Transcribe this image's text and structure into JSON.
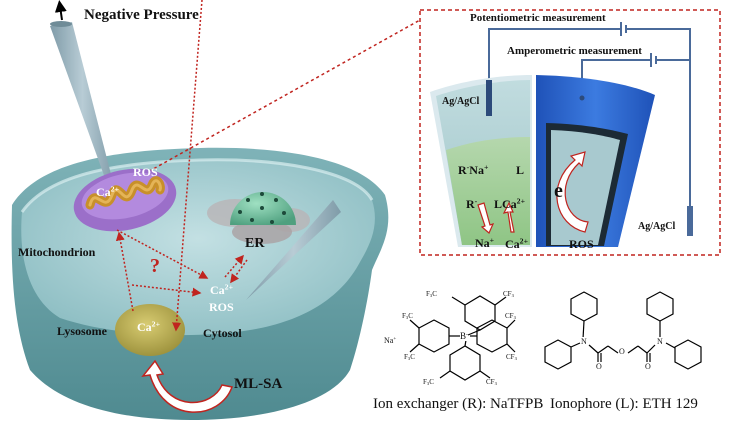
{
  "cell_panel": {
    "top_label": "Negative Pressure",
    "organelles": {
      "mitochondrion": "Mitochondrion",
      "er": "ER",
      "lysosome": "Lysosome",
      "cytosol": "Cytosol"
    },
    "species": {
      "mito_ca": "Ca",
      "mito_ca_charge": "2+",
      "mito_ros": "ROS",
      "cytosol_ca": "Ca",
      "cytosol_ca_charge": "2+",
      "cytosol_ros": "ROS",
      "lyso_ca": "Ca",
      "lyso_ca_charge": "2+"
    },
    "question_mark": "?",
    "drug_label": "ML-SA"
  },
  "sensor_panel": {
    "potentiometric_label": "Potentiometric measurement",
    "amperometric_label": "Amperometric measurement",
    "ref_electrode_left": "Ag/AgCl",
    "ref_electrode_right": "Ag/AgCl",
    "membrane": {
      "r_na": "R",
      "r_na_minus": "-",
      "r_na_cation": "Na",
      "r_na_plus": "+",
      "ligand": "L",
      "r_minus": "R",
      "r_minus_sup": "-",
      "lca": "LCa",
      "lca_sup": "2+",
      "na_out": "Na",
      "na_out_sup": "+",
      "ca_out": "Ca",
      "ca_out_sup": "2+"
    },
    "electron_label": "e",
    "ros_label": "ROS"
  },
  "structures": {
    "ion_exchanger": {
      "caption": "Ion exchanger (R): NaTFPB",
      "counter_ion": "Na",
      "counter_ion_sup": "+",
      "center_atom": "B",
      "center_sup": "-",
      "substituent": "CF",
      "substituent_sub": "3",
      "substituent_left": "F",
      "substituent_left_sub": "3",
      "substituent_left_tail": "C"
    },
    "ionophore": {
      "caption": "Ionophore (L): ETH 129",
      "n_atom": "N",
      "o_atom": "O"
    }
  },
  "colors": {
    "cell_body": "#6fa3a8",
    "cell_inner": "#a9cfd3",
    "mito_outer": "#9b6fc9",
    "mito_cristae": "#c8902a",
    "er_sphere": "#6fbf9e",
    "lysosome": "#b9ad52",
    "arrow_red": "#c0241f",
    "pipette": "#9fb8c4",
    "electrode_blue": "#2f6bd1",
    "frame_red": "#c0241f"
  }
}
